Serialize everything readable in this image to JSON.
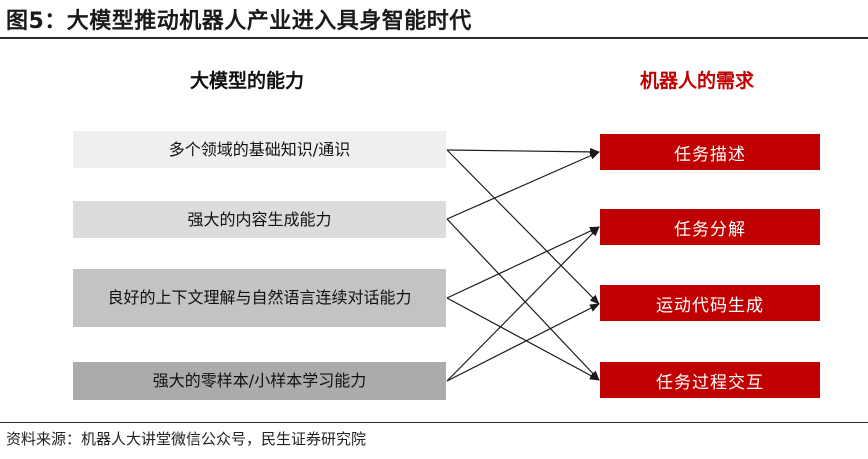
{
  "figure": {
    "title": "图5：大模型推动机器人产业进入具身智能时代",
    "source": "资料来源：机器人大讲堂微信公众号，民生证券研究院"
  },
  "left_heading": "大模型的能力",
  "right_heading": "机器人的需求",
  "capabilities": [
    {
      "label": "多个领域的基础知识/通识",
      "fill": "#efefef"
    },
    {
      "label": "强大的内容生成能力",
      "fill": "#dcdcdc"
    },
    {
      "label": "良好的上下文理解与自然语言连续对话能力",
      "fill": "#c3c3c3"
    },
    {
      "label": "强大的零样本/小样本学习能力",
      "fill": "#ababab"
    }
  ],
  "needs": [
    {
      "label": "任务描述"
    },
    {
      "label": "任务分解"
    },
    {
      "label": "运动代码生成"
    },
    {
      "label": "任务过程交互"
    }
  ],
  "colors": {
    "accent": "#c00000",
    "arrow": "#1a1a1a"
  }
}
